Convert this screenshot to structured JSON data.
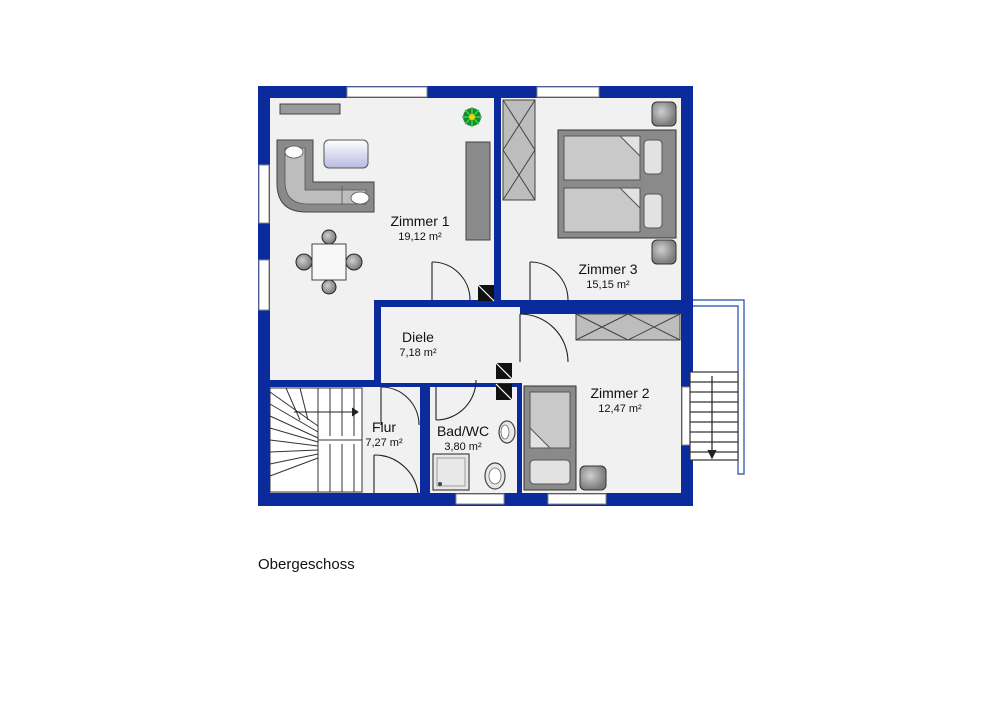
{
  "colors": {
    "wall": "#0b2a9c",
    "floor": "#f1f1f1",
    "furniture": "#8a8a8a",
    "window": "#ffffff",
    "plant": "#1b8a2e"
  },
  "rooms": [
    {
      "id": "zimmer1",
      "name": "Zimmer 1",
      "area": "19,12 m²"
    },
    {
      "id": "zimmer3",
      "name": "Zimmer 3",
      "area": "15,15 m²"
    },
    {
      "id": "diele",
      "name": "Diele",
      "area": "7,18 m²"
    },
    {
      "id": "zimmer2",
      "name": "Zimmer 2",
      "area": "12,47 m²"
    },
    {
      "id": "flur",
      "name": "Flur",
      "area": "7,27 m²"
    },
    {
      "id": "bad",
      "name": "Bad/WC",
      "area": "3,80 m²"
    }
  ],
  "caption": "Obergeschoss",
  "icons": [
    "sofa-icon",
    "table-icon",
    "plant-icon",
    "bed-icon",
    "wardrobe-icon",
    "bathtub-icon",
    "toilet-icon",
    "shower-icon",
    "sink-icon",
    "staircase-icon"
  ]
}
